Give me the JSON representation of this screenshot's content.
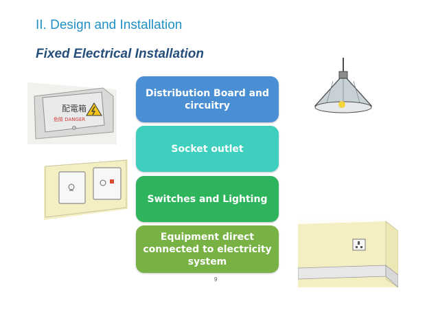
{
  "slide": {
    "section_title": "II. Design and Installation",
    "subtitle": "Fixed Electrical Installation",
    "page_number": "9"
  },
  "boxes": [
    {
      "label": "Distribution Board and circuitry",
      "color": "#4a8fd3"
    },
    {
      "label": "Socket outlet",
      "color": "#3fcfbe"
    },
    {
      "label": "Switches and Lighting",
      "color": "#2fb45e"
    },
    {
      "label": "Equipment direct connected to electricity system",
      "color": "#78b144"
    }
  ],
  "illustrations": {
    "distribution_board": {
      "chinese_label": "配電箱",
      "warning_label": "危險 DANGER",
      "icon": "high-voltage-warning-icon"
    },
    "switches": {
      "icon": "light-switch-icon"
    },
    "lamp": {
      "icon": "ceiling-lamp-icon"
    },
    "wall_socket": {
      "icon": "wall-socket-icon"
    }
  }
}
